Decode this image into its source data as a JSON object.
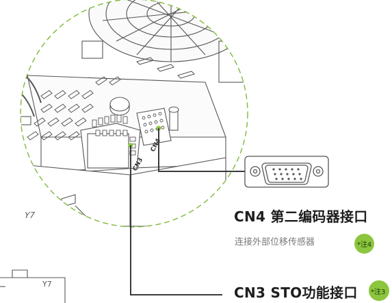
{
  "connectors": {
    "cn4": {
      "title": "CN4 第二编码器接口",
      "description": "连接外部位移传感器",
      "note": "*注4"
    },
    "cn3": {
      "title": "CN3 STO功能接口",
      "note": "*注3"
    }
  },
  "board_labels": {
    "cn4_silk": "CN4",
    "cn3_silk": "CN3",
    "y7_main": "Y7",
    "y7_small": "Y7"
  },
  "colors": {
    "accent_green": "#8cc63f",
    "line_dark": "#3a3a3a",
    "circle_dash": "#7fb83a"
  },
  "icons": {
    "db15_connector": "db15-connector-icon"
  }
}
